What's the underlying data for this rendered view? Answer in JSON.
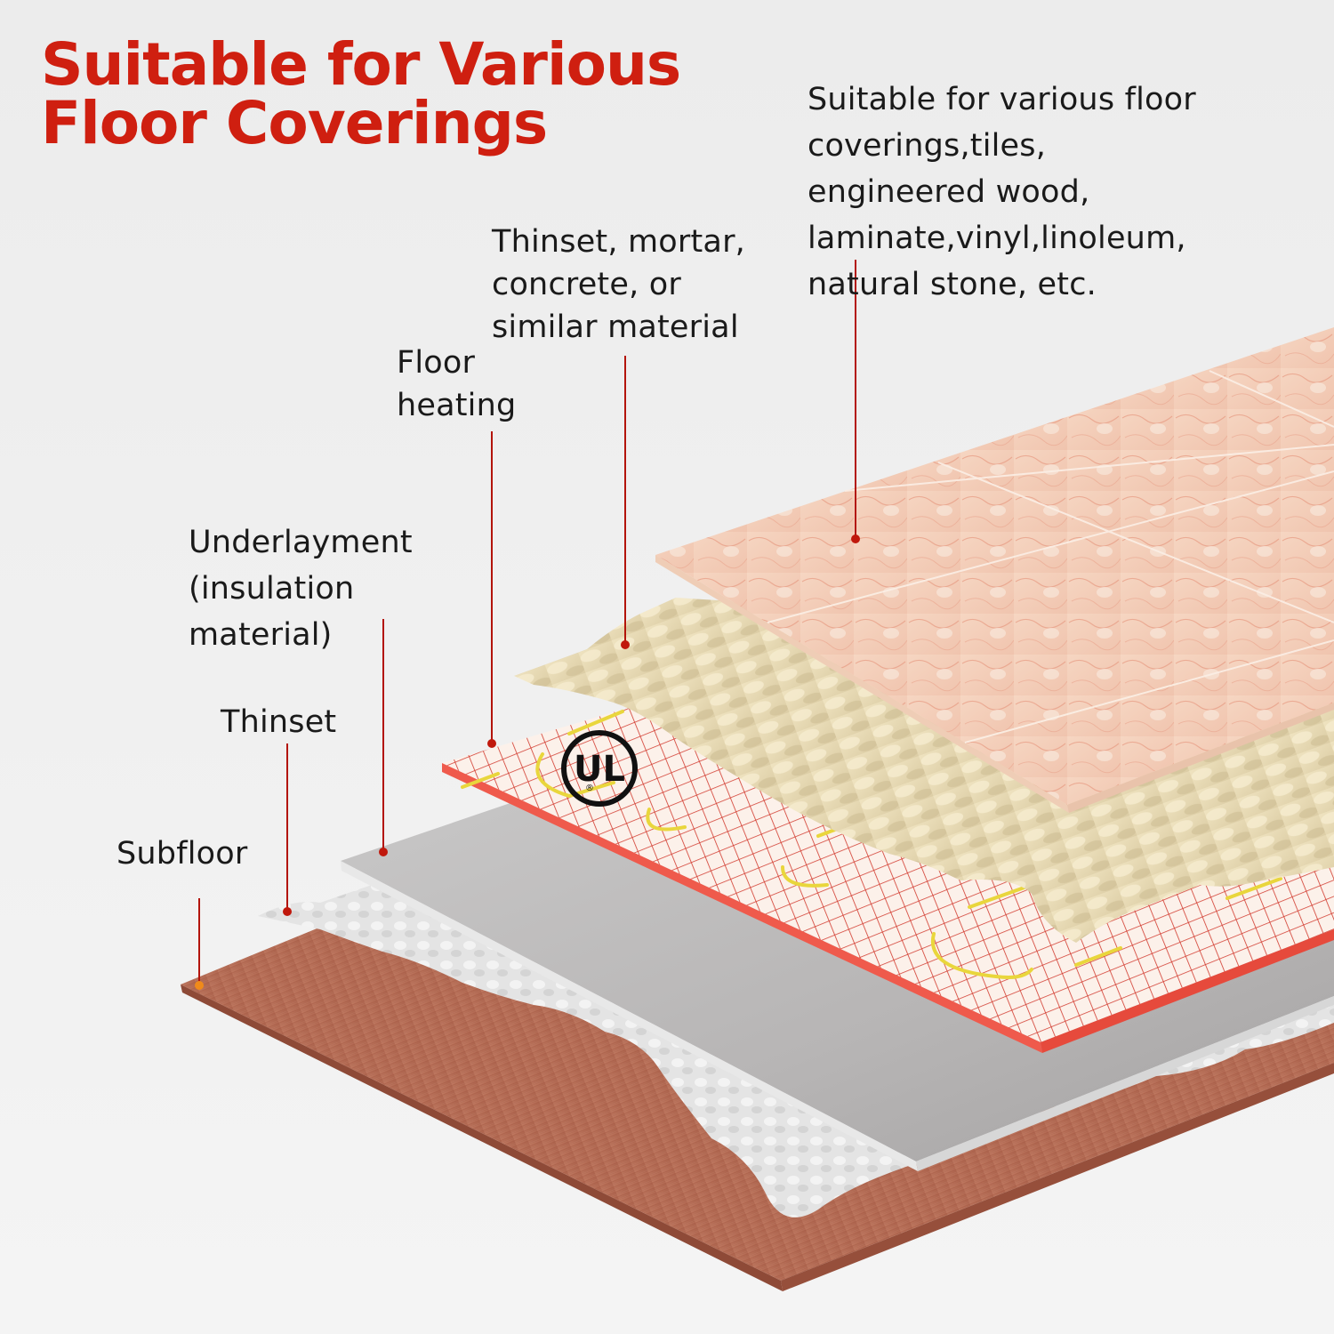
{
  "title": {
    "line1": "Suitable for Various",
    "line2": "Floor Coverings",
    "color": "#cf1f10"
  },
  "labels": {
    "floor_covering": {
      "lines": [
        "Suitable for various floor",
        "coverings,tiles,",
        "engineered wood,",
        "laminate,vinyl,linoleum,",
        "natural stone, etc."
      ]
    },
    "thinset_mortar": {
      "lines": [
        "Thinset, mortar,",
        "concrete, or",
        "similar material"
      ]
    },
    "floor_heating": {
      "lines": [
        "Floor",
        "heating"
      ]
    },
    "underlayment": {
      "lines": [
        "Underlayment",
        "(insulation",
        "material)"
      ]
    },
    "thinset": {
      "lines": [
        "Thinset"
      ]
    },
    "subfloor": {
      "lines": [
        "Subfloor"
      ]
    }
  },
  "layers": [
    {
      "name": "Floor covering (tile)",
      "color": "#f3cbb5"
    },
    {
      "name": "Thinset / mortar",
      "color": "#e8dcb6"
    },
    {
      "name": "Floor heating mat",
      "color": "#fbefe6",
      "grid_color": "#d23a2e",
      "cable_color": "#e9d63c"
    },
    {
      "name": "Underlayment",
      "color": "#b9b7b7"
    },
    {
      "name": "Thinset",
      "color": "#dcdcdc"
    },
    {
      "name": "Subfloor",
      "color": "#b5705b"
    }
  ],
  "badge": {
    "text": "UL",
    "mark": "®"
  },
  "colors": {
    "leader_line": "#b3140a",
    "subfloor_dot": "#f08a1a"
  }
}
